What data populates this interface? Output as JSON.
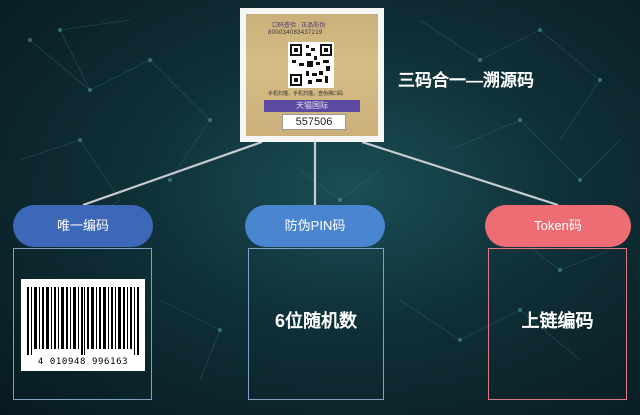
{
  "root": {
    "title": "三码合一—溯源码",
    "qr_card": {
      "header_text": "口码查验 · 正品防伪",
      "serial_text": "800034083437219",
      "note_text": "手机扫描，手机扫描，查伪溯口码",
      "band_text": "天猫国际",
      "code_number": "557506"
    }
  },
  "branches": [
    {
      "label": "唯一编码",
      "color": "#3d67b7",
      "content_type": "barcode",
      "barcode_digits": "4 010948 996163"
    },
    {
      "label": "防伪PIN码",
      "color": "#4a86cf",
      "content_type": "text",
      "content": "6位随机数"
    },
    {
      "label": "Token码",
      "color": "#ee6d75",
      "content_type": "text",
      "content": "上链编码"
    }
  ],
  "colors": {
    "background": "#0f2f37",
    "connector": "#c8ccd0",
    "box_border_blue": "#7fa0c8",
    "box_border_red": "#e07a82"
  },
  "icons": {
    "qr": "qr-code-icon",
    "barcode": "barcode-icon"
  }
}
